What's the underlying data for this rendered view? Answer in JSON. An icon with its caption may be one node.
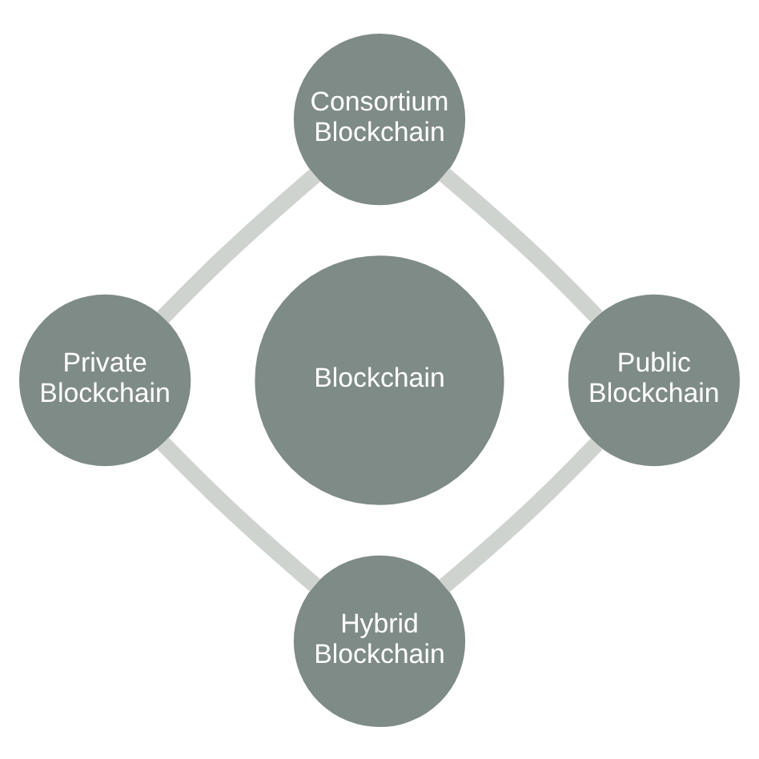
{
  "diagram": {
    "nodes": [
      {
        "text": [
          "Consortium Blockchain"
        ]
      },
      {
        "text": [
          "Private Blockchain"
        ]
      },
      {
        "text": [
          "Blockchain"
        ]
      },
      {
        "text": [
          "Public Blockchain"
        ]
      },
      {
        "text": [
          "Hybrid Blockchain"
        ]
      }
    ],
    "edges": [
      {
        "from": 0,
        "to": 3,
        "arrow": "none"
      },
      {
        "from": 3,
        "to": 4,
        "arrow": "none"
      },
      {
        "from": 4,
        "to": 1,
        "arrow": "none"
      },
      {
        "from": 1,
        "to": 0,
        "arrow": "none"
      }
    ]
  }
}
